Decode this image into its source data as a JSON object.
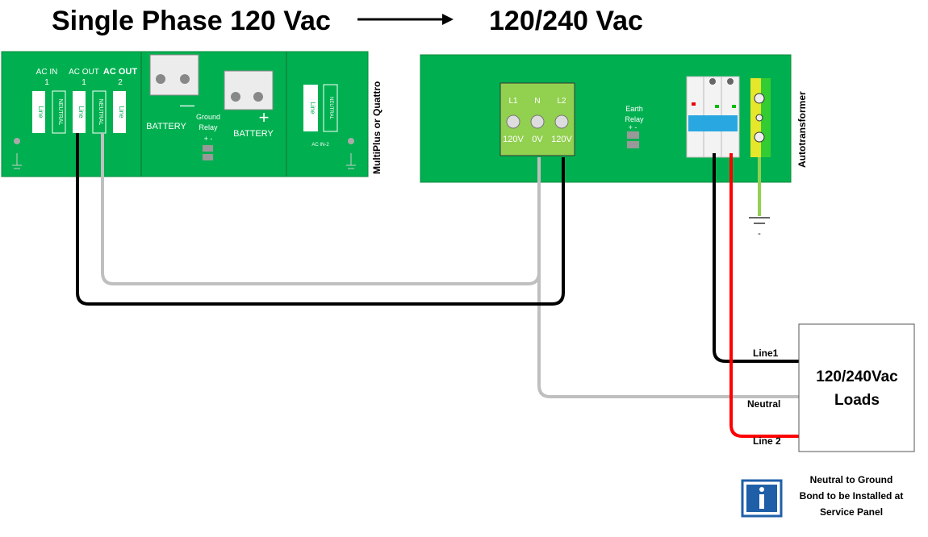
{
  "title_left": "Single Phase 120 Vac",
  "title_right": "120/240 Vac",
  "inverter": {
    "side_label": "MultiPlus or Quattro",
    "ac_in_1": [
      "AC IN",
      "1"
    ],
    "ac_out_1": [
      "AC OUT",
      "1"
    ],
    "ac_out_2": [
      "AC OUT",
      "2"
    ],
    "line": "Line",
    "neutral": "NEUTRAL",
    "battery_minus": "—",
    "battery_plus": "+",
    "battery": "BATTERY",
    "ground_relay": [
      "Ground",
      "Relay",
      "+ -"
    ],
    "ac_in_2": "AC IN-2"
  },
  "autotransformer": {
    "side_label": "Autotransformer",
    "terminals": [
      {
        "name": "L1",
        "voltage": "120V"
      },
      {
        "name": "N",
        "voltage": "0V"
      },
      {
        "name": "L2",
        "voltage": "120V"
      }
    ],
    "earth_relay": [
      "Earth",
      "Relay",
      "+ -"
    ],
    "ground_minus": "-"
  },
  "wires": {
    "line1": "Line1",
    "neutral": "Neutral",
    "line2": "Line 2"
  },
  "loads": [
    "120/240Vac",
    "Loads"
  ],
  "note": [
    "Neutral to Ground",
    "Bond to be Installed at",
    "Service Panel"
  ],
  "colors": {
    "panel": "#00b050",
    "terminal_block": "#92d050",
    "line_black": "#000000",
    "neutral_grey": "#bfbfbf",
    "line2_red": "#ff0000",
    "ground_green": "#92d050",
    "info_blue": "#1f5fa8"
  }
}
